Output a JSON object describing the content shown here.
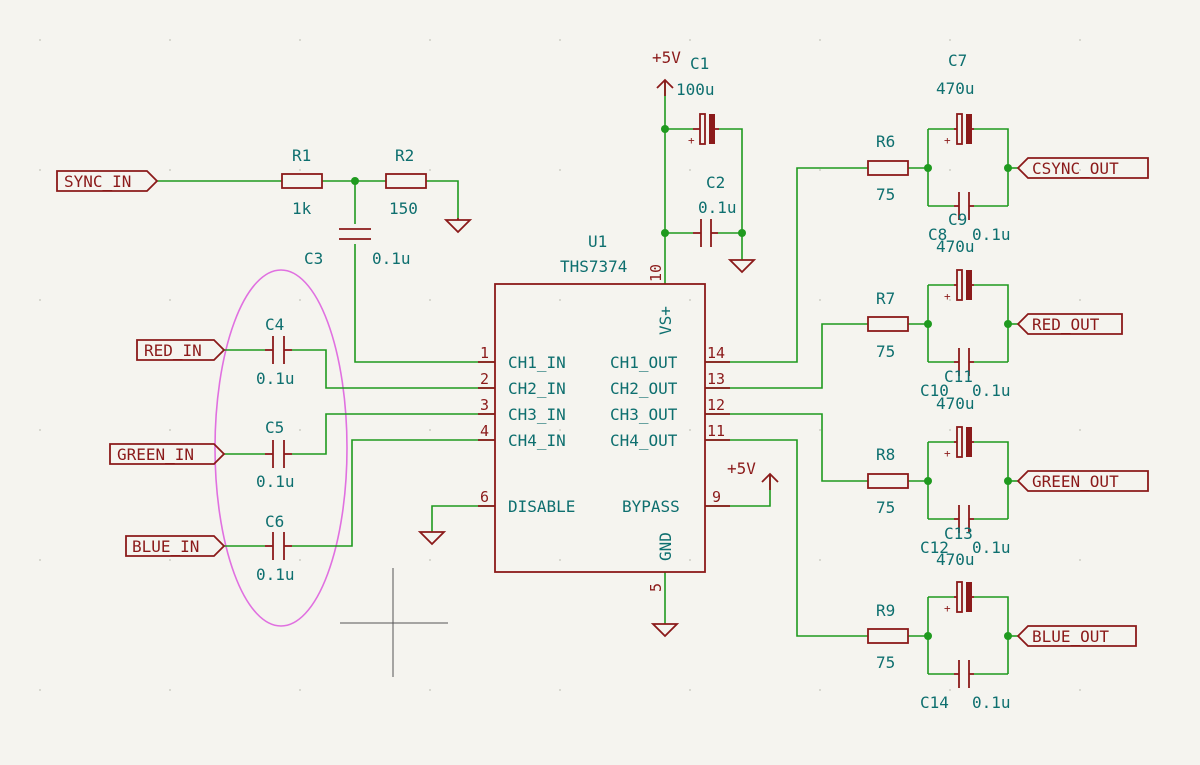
{
  "schematic": {
    "inputs": {
      "sync": "SYNC_IN",
      "red": "RED_IN",
      "green": "GREEN_IN",
      "blue": "BLUE_IN"
    },
    "outputs": {
      "csync": "CSYNC_OUT",
      "red": "RED_OUT",
      "green": "GREEN_OUT",
      "blue": "BLUE_OUT"
    },
    "power": {
      "vcc_top": "+5V",
      "vcc_bypass": "+5V"
    },
    "ic": {
      "ref": "U1",
      "value": "THS7374",
      "pins": {
        "ch1_in": {
          "name": "CH1_IN",
          "num": "1"
        },
        "ch2_in": {
          "name": "CH2_IN",
          "num": "2"
        },
        "ch3_in": {
          "name": "CH3_IN",
          "num": "3"
        },
        "ch4_in": {
          "name": "CH4_IN",
          "num": "4"
        },
        "disable": {
          "name": "DISABLE",
          "num": "6"
        },
        "ch1_out": {
          "name": "CH1_OUT",
          "num": "14"
        },
        "ch2_out": {
          "name": "CH2_OUT",
          "num": "13"
        },
        "ch3_out": {
          "name": "CH3_OUT",
          "num": "12"
        },
        "ch4_out": {
          "name": "CH4_OUT",
          "num": "11"
        },
        "bypass": {
          "name": "BYPASS",
          "num": "9"
        },
        "vs": {
          "name": "VS+",
          "num": "10"
        },
        "gnd": {
          "name": "GND",
          "num": "5"
        }
      }
    },
    "resistors": {
      "r1": {
        "ref": "R1",
        "value": "1k"
      },
      "r2": {
        "ref": "R2",
        "value": "150"
      },
      "r6": {
        "ref": "R6",
        "value": "75"
      },
      "r7": {
        "ref": "R7",
        "value": "75"
      },
      "r8": {
        "ref": "R8",
        "value": "75"
      },
      "r9": {
        "ref": "R9",
        "value": "75"
      }
    },
    "capacitors": {
      "c1": {
        "ref": "C1",
        "value": "100u"
      },
      "c2": {
        "ref": "C2",
        "value": "0.1u"
      },
      "c3": {
        "ref": "C3",
        "value": "0.1u"
      },
      "c4": {
        "ref": "C4",
        "value": "0.1u"
      },
      "c5": {
        "ref": "C5",
        "value": "0.1u"
      },
      "c6": {
        "ref": "C6",
        "value": "0.1u"
      },
      "c7": {
        "ref": "C7",
        "value": "470u"
      },
      "c8": {
        "ref": "C8",
        "value": "0.1u"
      },
      "c9": {
        "ref": "C9",
        "value": "470u"
      },
      "c10": {
        "ref": "C10",
        "value": "0.1u"
      },
      "c11": {
        "ref": "C11",
        "value": "470u"
      },
      "c12": {
        "ref": "C12",
        "value": "0.1u"
      },
      "c13": {
        "ref": "C13",
        "value": "470u"
      },
      "c14": {
        "ref": "C14",
        "value": "0.1u"
      }
    },
    "colors": {
      "wire": "#1f9a1f",
      "part": "#8b1a1a",
      "text": "#0e6f6f",
      "highlight": "#e070e0",
      "background": "#f5f4ef"
    }
  }
}
